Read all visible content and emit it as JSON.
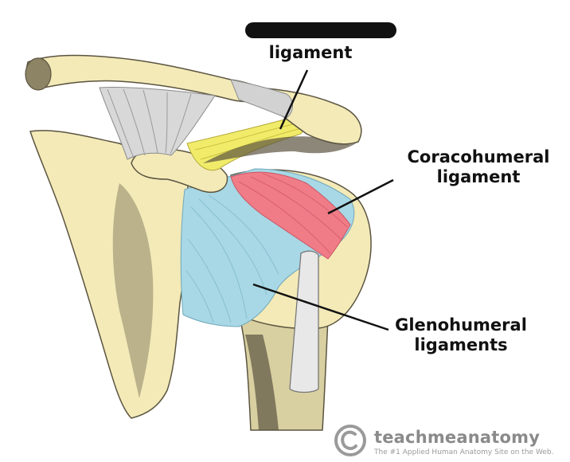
{
  "labels": {
    "top": {
      "line2": "ligament"
    },
    "coracohumeral": {
      "line1": "Coracohumeral",
      "line2": "ligament"
    },
    "glenohumeral": {
      "line1": "Glenohumeral",
      "line2": "ligaments"
    }
  },
  "watermark": {
    "brand": "teachmeanatomy",
    "tagline": "The #1 Applied Human Anatomy Site on the Web.",
    "symbol": "©"
  },
  "colors": {
    "bone": "#f3eab8",
    "bone_shadow": "#5b5440",
    "coracoacromial_ligament": "#f0ec6a",
    "coracohumeral_ligament": "#f07c88",
    "glenohumeral_capsule": "#a8d8e6",
    "tendon": "#e8e8e8"
  }
}
